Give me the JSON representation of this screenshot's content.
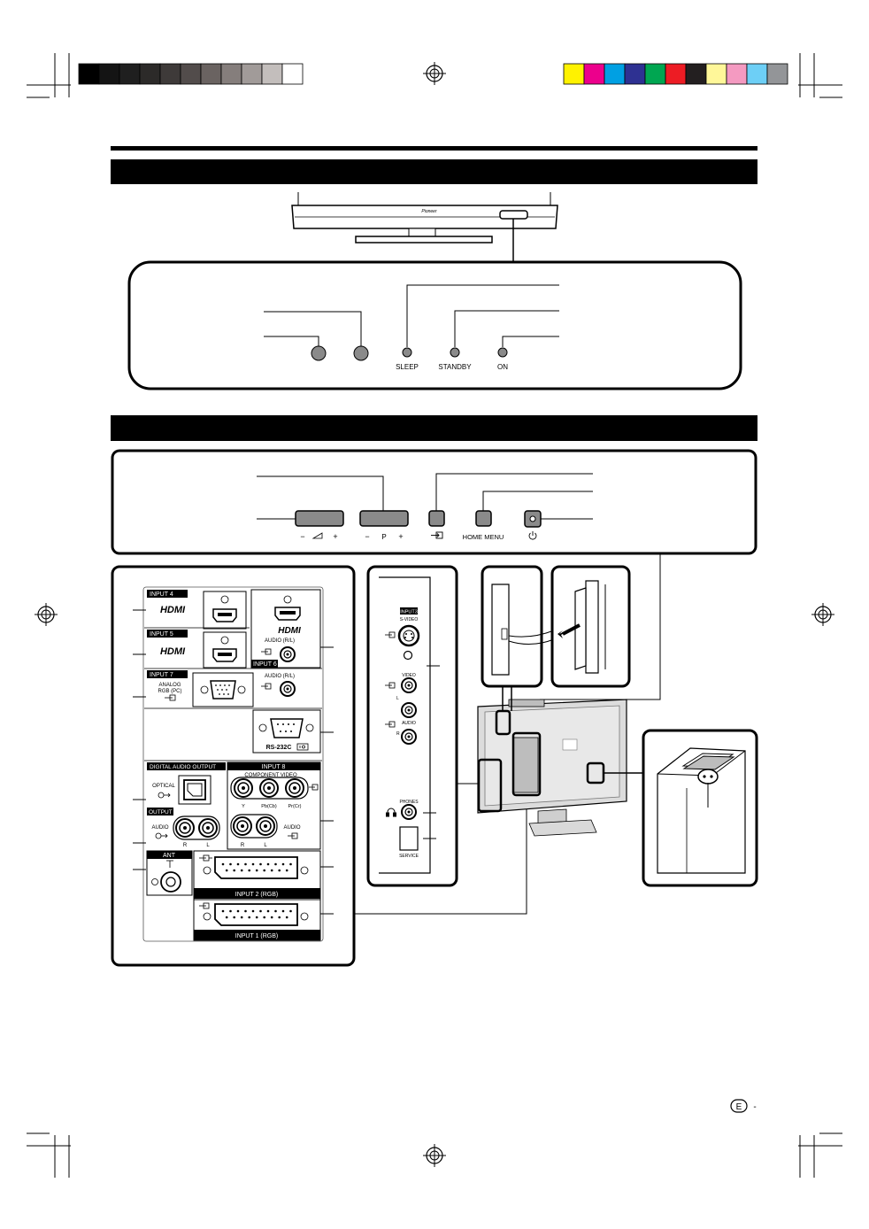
{
  "brand": {
    "logo": "Pioneer"
  },
  "front_indicators": {
    "sleep": "SLEEP",
    "standby": "STANDBY",
    "on": "ON"
  },
  "side_controls": {
    "volume_minus": "−",
    "volume_plus": "+",
    "program_minus": "−",
    "program_label": "P",
    "program_plus": "+",
    "home_menu": "HOME MENU"
  },
  "rear_panel": {
    "input4": "INPUT 4",
    "input5": "INPUT 5",
    "input6": "INPUT 6",
    "input7": "INPUT 7",
    "input8": "INPUT 8",
    "hdmi": "HDMI",
    "audio_rl_1": "AUDIO (R/L)",
    "audio_rl_2": "AUDIO (R/L)",
    "analog_rgb_line1": "ANALOG",
    "analog_rgb_line2": "RGB (PC)",
    "rs232c": "RS-232C",
    "digital_audio_output": "DIGITAL AUDIO OUTPUT",
    "optical": "OPTICAL",
    "component_video": "COMPONENT VIDEO",
    "y": "Y",
    "pb": "Pb(Cb)",
    "pr": "Pr(Cr)",
    "output": "OUTPUT",
    "audio": "AUDIO",
    "r": "R",
    "l": "L",
    "r2": "R",
    "l2": "L",
    "audio2": "AUDIO",
    "ant": "ANT",
    "input2": "INPUT 2 (RGB)",
    "input1": "INPUT 1 (RGB)"
  },
  "side_panel": {
    "input3": "INPUT3",
    "s_video": "S-VIDEO",
    "video": "VIDEO",
    "audio": "AUDIO",
    "l": "L",
    "r": "R",
    "phones": "PHONES",
    "service": "SERVICE"
  },
  "page": {
    "language_mark": "E",
    "dash": "-"
  },
  "colors": {
    "grays": [
      "#000000",
      "#141414",
      "#1f1f1f",
      "#2c2a29",
      "#3e3a39",
      "#524c4b",
      "#6a6361",
      "#857e7c",
      "#a19b99",
      "#c3bebc",
      "#ffffff"
    ],
    "process": [
      "#fff200",
      "#ec008c",
      "#00a0e3",
      "#2e3192",
      "#00a651",
      "#ed1c24",
      "#231f20",
      "#fff799",
      "#f49ac1",
      "#6dcff6",
      "#939598"
    ]
  }
}
